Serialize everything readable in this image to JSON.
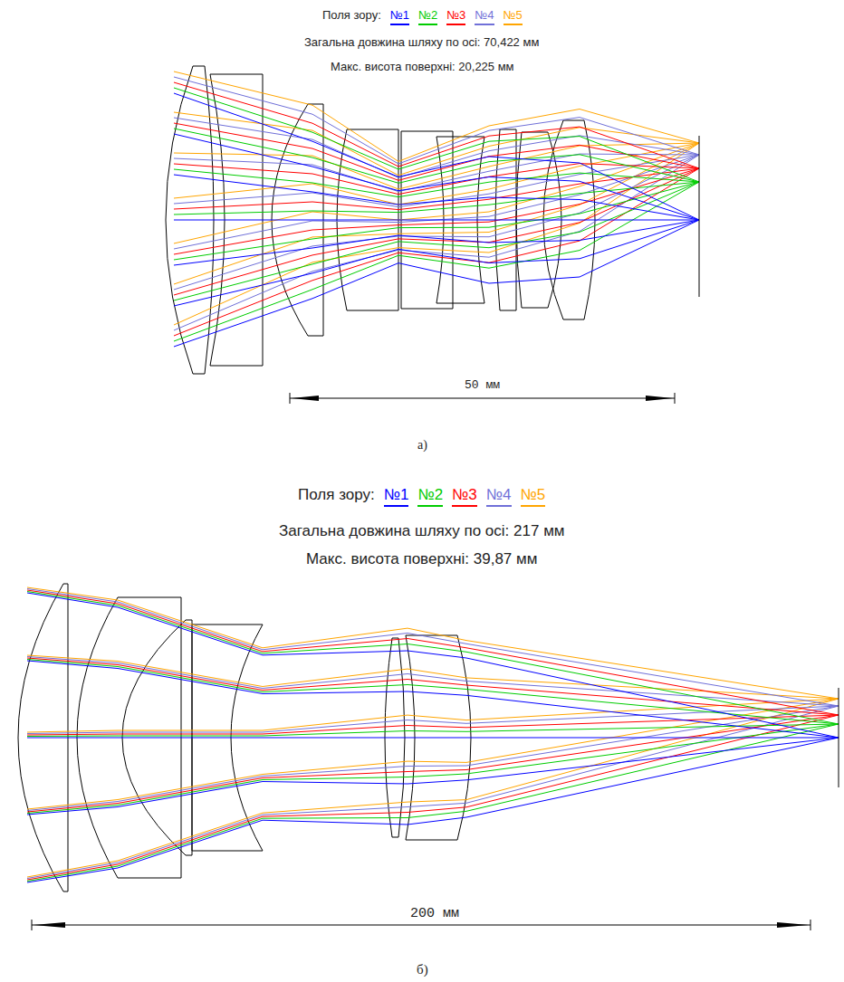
{
  "diagram": {
    "labels": [
      "Поля зору:",
      "Загальна довжина шляху по осі: 70,422 мм",
      "Макс. висота поверхні: 20,225 мм",
      "50 мм",
      "а)",
      "Поля зору:",
      "Загальна довжина шляху по осі: 217 мм",
      "Макс. висота поверхні: 39,87 мм",
      "200 мм",
      "б)"
    ],
    "legend": [
      {
        "text": "№1",
        "color": "#0000ff"
      },
      {
        "text": "№2",
        "color": "#00cc00"
      },
      {
        "text": "№3",
        "color": "#ff0000"
      },
      {
        "text": "№4",
        "color": "#7070d8"
      },
      {
        "text": "№5",
        "color": "#ffa500"
      },
      {
        "text": "№1",
        "color": "#0000ff"
      },
      {
        "text": "№2",
        "color": "#00cc00"
      },
      {
        "text": "№3",
        "color": "#ff0000"
      },
      {
        "text": "№4",
        "color": "#7070d8"
      },
      {
        "text": "№5",
        "color": "#ffa500"
      }
    ]
  }
}
